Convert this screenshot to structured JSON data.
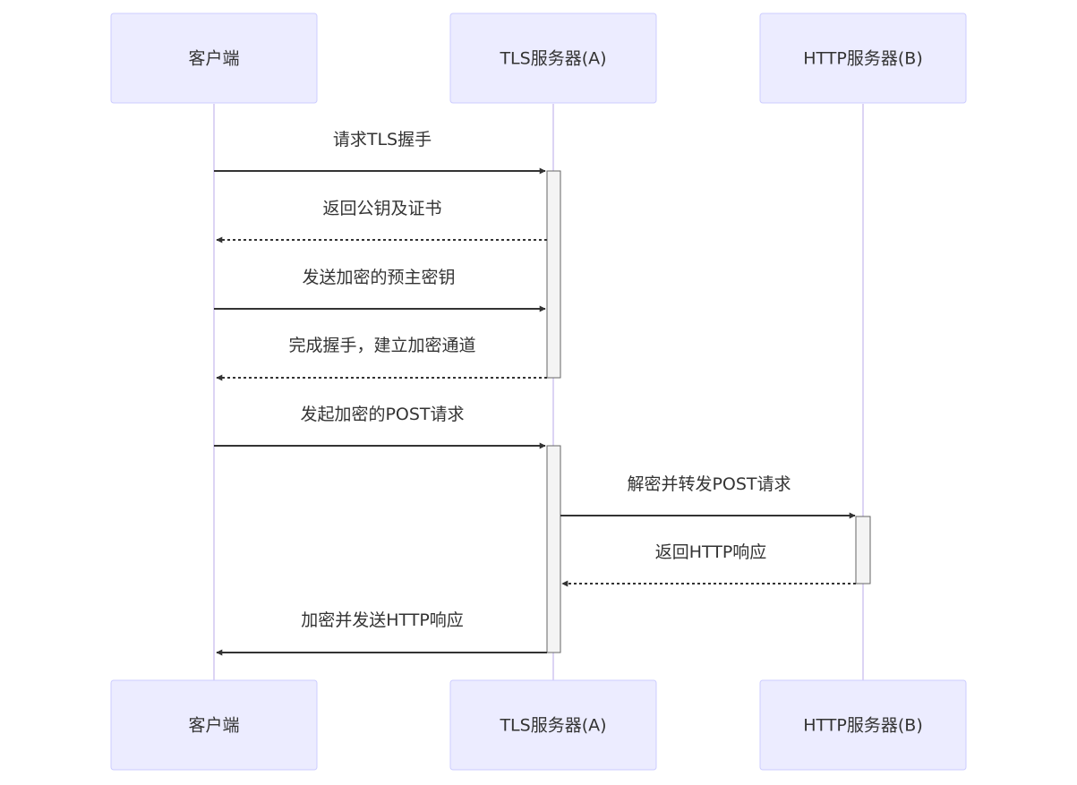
{
  "participants": [
    {
      "id": "client",
      "label": "客户端"
    },
    {
      "id": "tls",
      "label": "TLS服务器(A)"
    },
    {
      "id": "http",
      "label": "HTTP服务器(B)"
    }
  ],
  "messages": [
    {
      "from": "client",
      "to": "tls",
      "text": "请求TLS握手",
      "style": "solid"
    },
    {
      "from": "tls",
      "to": "client",
      "text": "返回公钥及证书",
      "style": "dotted"
    },
    {
      "from": "client",
      "to": "tls",
      "text": "发送加密的预主密钥",
      "style": "solid"
    },
    {
      "from": "tls",
      "to": "client",
      "text": "完成握手，建立加密通道",
      "style": "dotted"
    },
    {
      "from": "client",
      "to": "tls",
      "text": "发起加密的POST请求",
      "style": "solid"
    },
    {
      "from": "tls",
      "to": "http",
      "text": "解密并转发POST请求",
      "style": "solid"
    },
    {
      "from": "http",
      "to": "tls",
      "text": "返回HTTP响应",
      "style": "dotted"
    },
    {
      "from": "tls",
      "to": "client",
      "text": "加密并发送HTTP响应",
      "style": "solid"
    }
  ],
  "colors": {
    "actor_fill": "#ECECFF",
    "actor_border": "#CCCCFF",
    "lifeline": "#DCD4F4",
    "activation_fill": "#F4F4F4",
    "activation_border": "#666666",
    "line": "#333333",
    "text": "#333333"
  }
}
